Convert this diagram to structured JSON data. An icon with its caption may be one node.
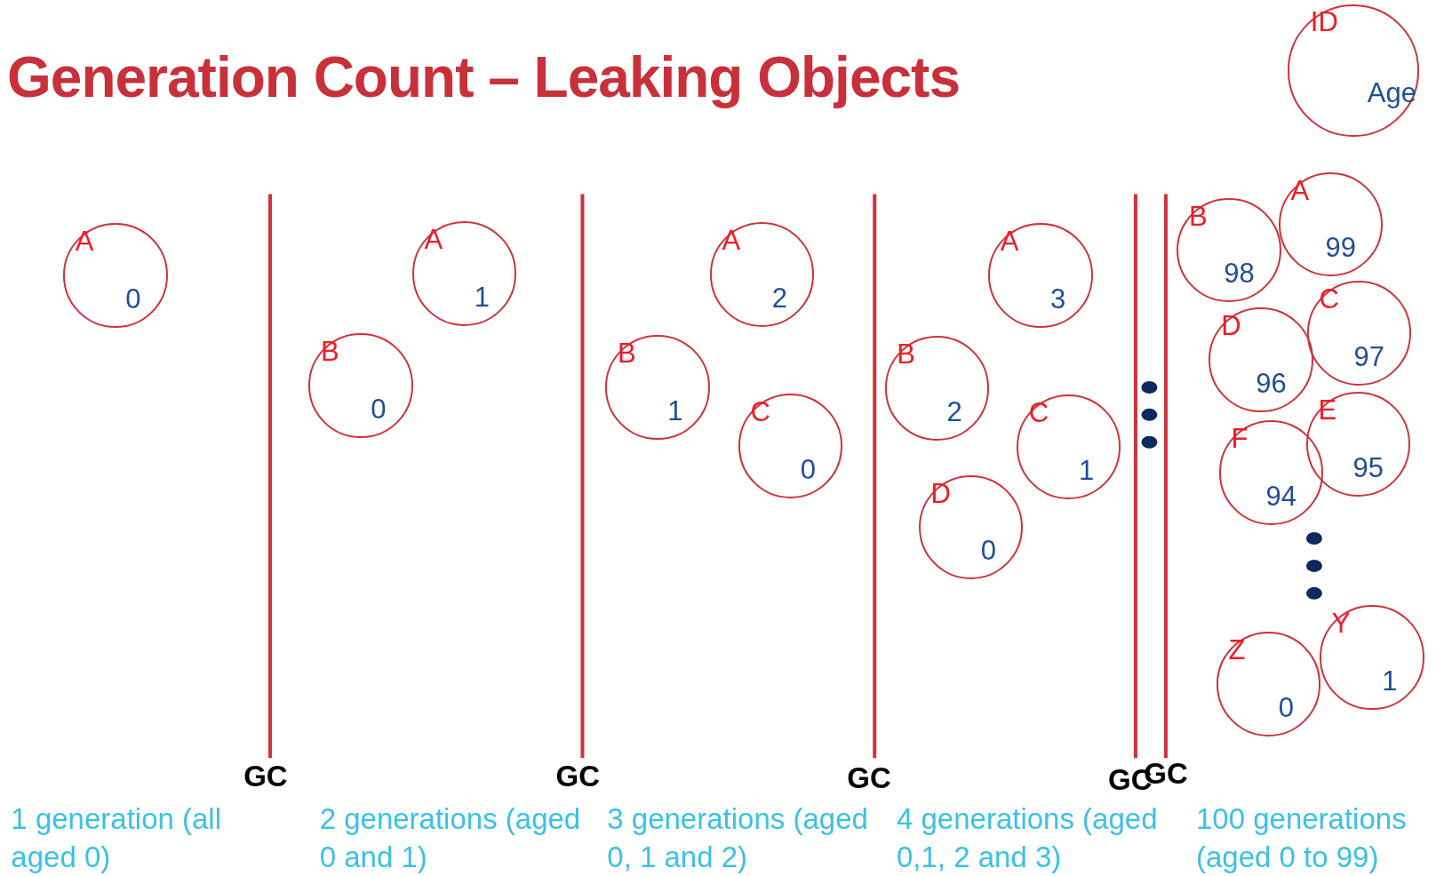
{
  "diagram": {
    "title": "Generation Count – Leaking Objects",
    "nodes": [
      {
        "text": [
          "ID",
          "Age"
        ]
      },
      {
        "text": [
          "A",
          "0"
        ]
      },
      {
        "text": [
          "A",
          "1"
        ]
      },
      {
        "text": [
          "B",
          "0"
        ]
      },
      {
        "text": [
          "A",
          "2"
        ]
      },
      {
        "text": [
          "B",
          "1"
        ]
      },
      {
        "text": [
          "C",
          "0"
        ]
      },
      {
        "text": [
          "A",
          "3"
        ]
      },
      {
        "text": [
          "B",
          "2"
        ]
      },
      {
        "text": [
          "C",
          "1"
        ]
      },
      {
        "text": [
          "D",
          "0"
        ]
      },
      {
        "text": [
          "B",
          "98"
        ]
      },
      {
        "text": [
          "A",
          "99"
        ]
      },
      {
        "text": [
          "D",
          "96"
        ]
      },
      {
        "text": [
          "C",
          "97"
        ]
      },
      {
        "text": [
          "F",
          "94"
        ]
      },
      {
        "text": [
          "E",
          "95"
        ]
      },
      {
        "text": [
          "Z",
          "0"
        ]
      },
      {
        "text": [
          "Y",
          "1"
        ]
      }
    ],
    "edges": [],
    "labels": [
      "GC",
      "GC",
      "GC",
      "GC",
      "GC",
      "1 generation (all aged 0)",
      "2 generations (aged 0 and 1)",
      "3 generations (aged 0, 1 and 2)",
      "4 generations (aged 0,1, 2 and 3)",
      "100 generations (aged 0 to 99)"
    ]
  }
}
